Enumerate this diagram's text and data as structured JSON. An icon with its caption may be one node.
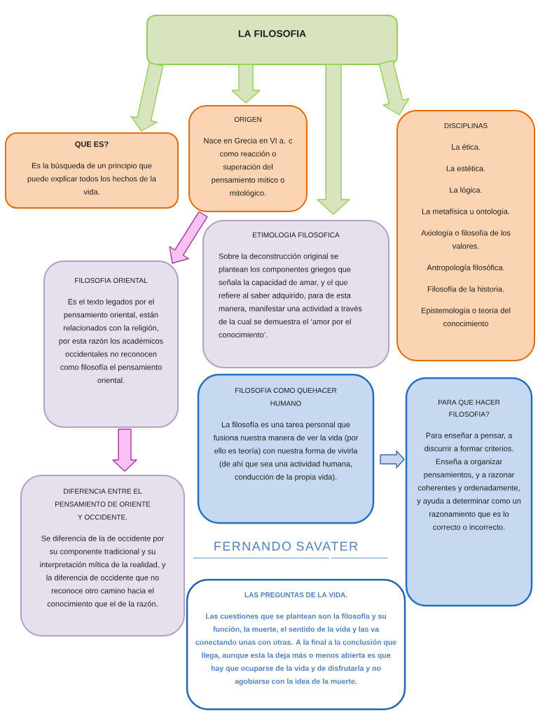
{
  "diagram": {
    "nodes": [
      {
        "text": [
          "LA FILOSOFIA"
        ]
      },
      {
        "text": [
          "QUE ES?",
          "Es la búsqueda de un principio que puede explicar todos los hechos de la vida."
        ]
      },
      {
        "text": [
          "ORIGEN",
          "Nace en Grecia en VI a. c como reacción o superación del pensamiento mítico o mitológico."
        ]
      },
      {
        "text": [
          "DISCIPLINAS",
          "La ética.",
          "La estética.",
          "La lógica.",
          "La metafísica u ontología.",
          "Axiología o filosofía de los valores.",
          "Antropología filosófica.",
          "Filosofía de la historia.",
          "Epistemología o teoría del conocimiento"
        ]
      },
      {
        "text": [
          "ETIMOLOGIA FILOSOFICA",
          "Sobre la deconstrucción original se plantean los componentes griegos que señala la capacidad de amar, y el que refiere al saber adquirido, para de esta manera, manifestar una actividad a través de la cual se demuestra el ‘amor por el conocimiento’."
        ]
      },
      {
        "text": [
          "FILOSOFIA ORIENTAL",
          "Es el texto legados por el pensamiento oriental, están relacionados con la religión, por esta razón los académicos occidentales no reconocen como filosofía el pensamiento oriental."
        ]
      },
      {
        "text": [
          "DIFERENCIA ENTRE EL PENSAMIENTO DE ORIENTE Y OCCIDENTE.",
          "Se diferencia de la de occidente por su componente tradicional y su interpretación mítica de la realidad, y la diferencia de occidente que no reconoce otro camino hacia el conocimiento que el de la razón."
        ]
      },
      {
        "text": [
          "FILOSOFIA COMO QUEHACER HUMANO",
          "La filosofía es una tarea personal que fusiona nuestra manera de ver la vida (por ello es teoría) con nuestra forma de vivirla (de ahí que sea una actividad humana, conducción de la propia vida)."
        ]
      },
      {
        "text": [
          "PARA QUE HACER FILOSOFIA?",
          "Para enseñar a pensar, a discurrir a formar criterios. Enseña a organizar pensamientos, y a razonar coherentes y ordenadamente, y ayuda a determinar como un razonamiento que es lo correcto o incorrecto."
        ]
      },
      {
        "text": [
          "LAS PREGUNTAS DE LA VIDA.",
          "Las cuestiones que se plantean son la filosofía y su función, la muerte, el sentido de la vida y las va conectando unas con otras. A la final a la conclusión que llega, aunque esta la deja más o menos abierta es que hay que ocuparse de la vida y de disfrutarla y no agobiarse con la idea de la muerte."
        ]
      }
    ],
    "edges": [
      {
        "from": 0,
        "to": 1,
        "arrow": "to"
      },
      {
        "from": 0,
        "to": 2,
        "arrow": "to"
      },
      {
        "from": 0,
        "to": 4,
        "arrow": "to"
      },
      {
        "from": 0,
        "to": 3,
        "arrow": "to"
      },
      {
        "from": 2,
        "to": 5,
        "arrow": "to",
        "color": "#f8c1f3"
      },
      {
        "from": 5,
        "to": 6,
        "arrow": "to",
        "color": "#f8c1f3"
      },
      {
        "from": 7,
        "to": 8,
        "arrow": "to",
        "color": "#c6d9f1"
      }
    ],
    "labels": [
      "FERNANDO SAVATER"
    ]
  }
}
